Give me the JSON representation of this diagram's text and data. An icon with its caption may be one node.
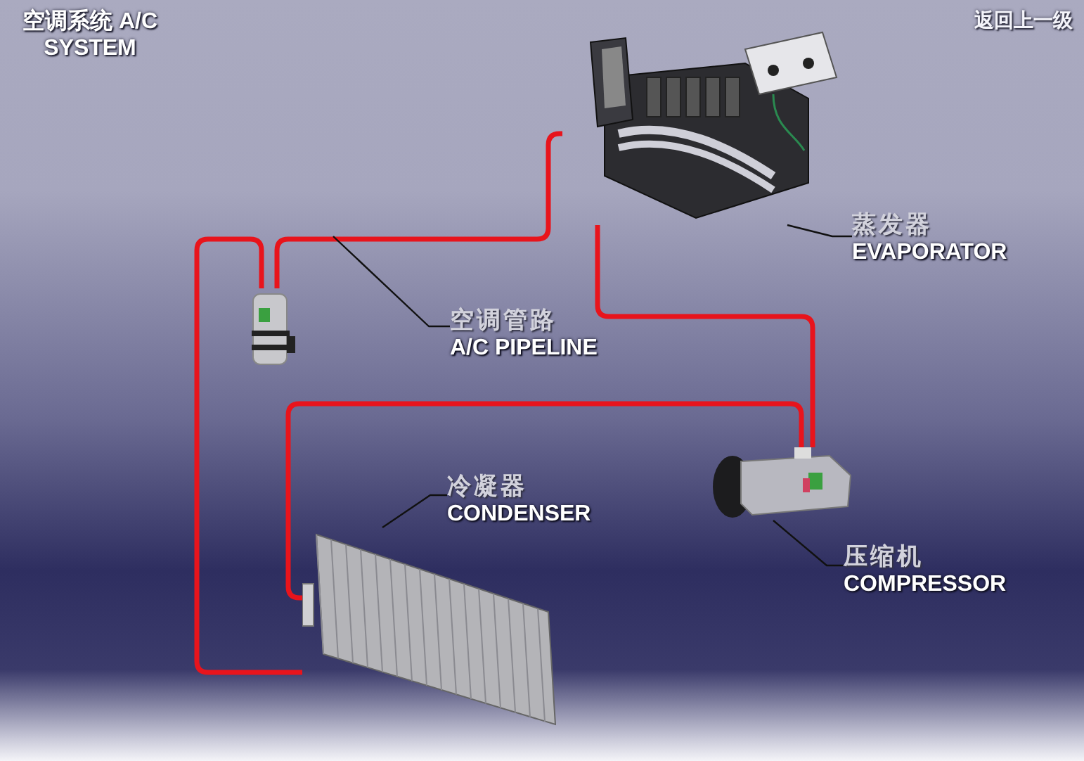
{
  "diagram": {
    "title": "空调系统 A/C SYSTEM",
    "nodes": [
      {
        "text": [],
        "shape": "picture"
      },
      {
        "text": [],
        "shape": "picture"
      },
      {
        "text": [],
        "shape": "picture"
      },
      {
        "text": [],
        "shape": "picture"
      },
      {
        "text": [
          "蒸发器",
          "EVAPORATOR"
        ]
      },
      {
        "text": [
          "空调管路",
          "A/C PIPELINE"
        ]
      },
      {
        "text": [
          "冷凝器",
          "CONDENSER"
        ]
      },
      {
        "text": [
          "压缩机",
          "COMPRESSOR"
        ]
      }
    ],
    "edges": [
      {
        "from": 0,
        "to": 1,
        "arrow": "none",
        "style": "thick",
        "color": "#e8141c"
      },
      {
        "from": 1,
        "to": 3,
        "arrow": "none",
        "style": "thick",
        "color": "#e8141c"
      },
      {
        "from": 3,
        "to": 2,
        "arrow": "none",
        "style": "thick",
        "color": "#e8141c"
      },
      {
        "from": 0,
        "to": 2,
        "arrow": "none",
        "style": "thick",
        "color": "#e8141c"
      },
      {
        "from": 4,
        "to": 0,
        "arrow": "none",
        "color": "#111111"
      },
      {
        "from": 5,
        "to": null,
        "arrow": "none",
        "color": "#111111"
      },
      {
        "from": 6,
        "to": 3,
        "arrow": "none",
        "color": "#111111"
      },
      {
        "from": 7,
        "to": 2,
        "arrow": "none",
        "color": "#111111"
      }
    ],
    "labels": [
      "返回上一级"
    ]
  }
}
